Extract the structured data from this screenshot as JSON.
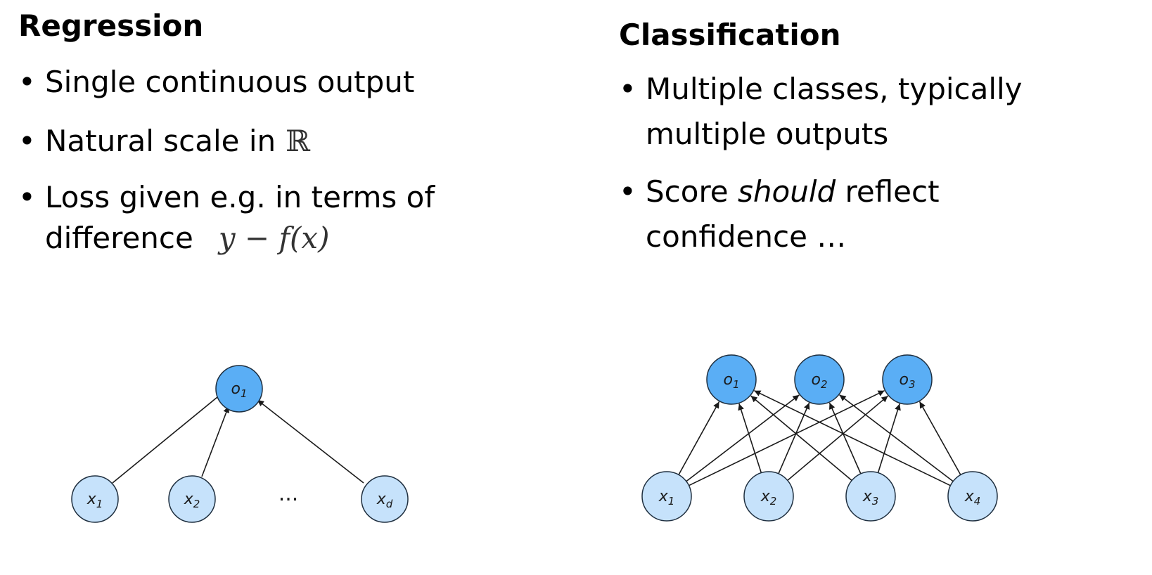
{
  "regression": {
    "title": "Regression",
    "bullets": {
      "b1": "Single continuous output",
      "b2_text": "Natural scale in",
      "b2_math": "ℝ",
      "b3_line1": "Loss given e.g. in terms of",
      "b3_line2": "difference",
      "b3_math": "y − f(x)"
    },
    "network": {
      "output": {
        "main": "o",
        "sub": "1"
      },
      "inputs": [
        {
          "main": "x",
          "sub": "1"
        },
        {
          "main": "x",
          "sub": "2"
        },
        {
          "main": "x",
          "sub": "d"
        }
      ],
      "ellipsis": "..."
    }
  },
  "classification": {
    "title": "Classification",
    "bullets": {
      "b1_line1": "Multiple classes, typically",
      "b1_line2": "multiple outputs",
      "b2_pre": "Score",
      "b2_em": "should",
      "b2_post": "reflect",
      "b2_line2": "confidence …"
    },
    "network": {
      "outputs": [
        {
          "main": "o",
          "sub": "1"
        },
        {
          "main": "o",
          "sub": "2"
        },
        {
          "main": "o",
          "sub": "3"
        }
      ],
      "inputs": [
        {
          "main": "x",
          "sub": "1"
        },
        {
          "main": "x",
          "sub": "2"
        },
        {
          "main": "x",
          "sub": "3"
        },
        {
          "main": "x",
          "sub": "4"
        }
      ]
    }
  },
  "colors": {
    "output_fill": "#5aaef5",
    "input_fill": "#c6e2fb",
    "node_stroke": "#1f2f3f",
    "edge": "#1a1a1a"
  }
}
